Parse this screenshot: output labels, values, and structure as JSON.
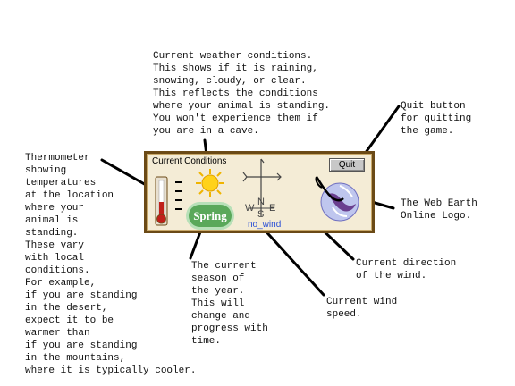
{
  "panel": {
    "title": "Current Conditions",
    "quit_label": "Quit",
    "season": "Spring",
    "wind_speed": "no_wind",
    "compass": {
      "north": "N",
      "south": "S",
      "east": "E",
      "west": "W"
    },
    "weather_icon": "sun-icon",
    "thermometer_icon": "thermometer-icon",
    "logo_icon": "web-earth-logo-icon",
    "colors": {
      "frame": "#6b4a16",
      "panel_bg": "#f4ecd6",
      "season_badge": "#5aa85a",
      "wind_speed_text": "#2a4fd6"
    }
  },
  "annotations": {
    "weather": "Current weather conditions.\nThis shows if it is raining,\nsnowing, cloudy, or clear.\nThis reflects the conditions\nwhere your animal is standing.\nYou won't experience them if\nyou are in a cave.",
    "quit": "Quit button\nfor quitting\nthe game.",
    "thermometer": "Thermometer\nshowing\ntemperatures\nat the location\nwhere your\nanimal is\nstanding.\nThese vary\nwith local\nconditions.\nFor example,\nif you are standing\nin the desert,\nexpect it to be\nwarmer than\nif you are standing\nin the mountains,\nwhere it is typically cooler.",
    "logo": "The Web Earth\nOnline Logo.",
    "season": "The current\nseason of\nthe year.\nThis will\nchange and\nprogress with\ntime.",
    "wind_direction": "Current direction\nof the wind.",
    "wind_speed": "Current wind\nspeed."
  }
}
